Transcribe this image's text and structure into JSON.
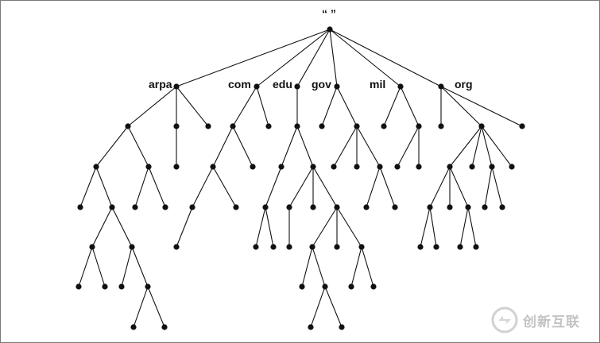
{
  "diagram": {
    "root_label": "“ ”",
    "domains": {
      "arpa": "arpa",
      "com": "com",
      "edu": "edu",
      "gov": "gov",
      "mil": "mil",
      "org": "org"
    }
  },
  "watermark": {
    "text": "创新互联"
  },
  "colors": {
    "edge": "#111111",
    "node": "#111111",
    "frame": "#7a7a7a",
    "watermark": "#b9b9b9"
  }
}
